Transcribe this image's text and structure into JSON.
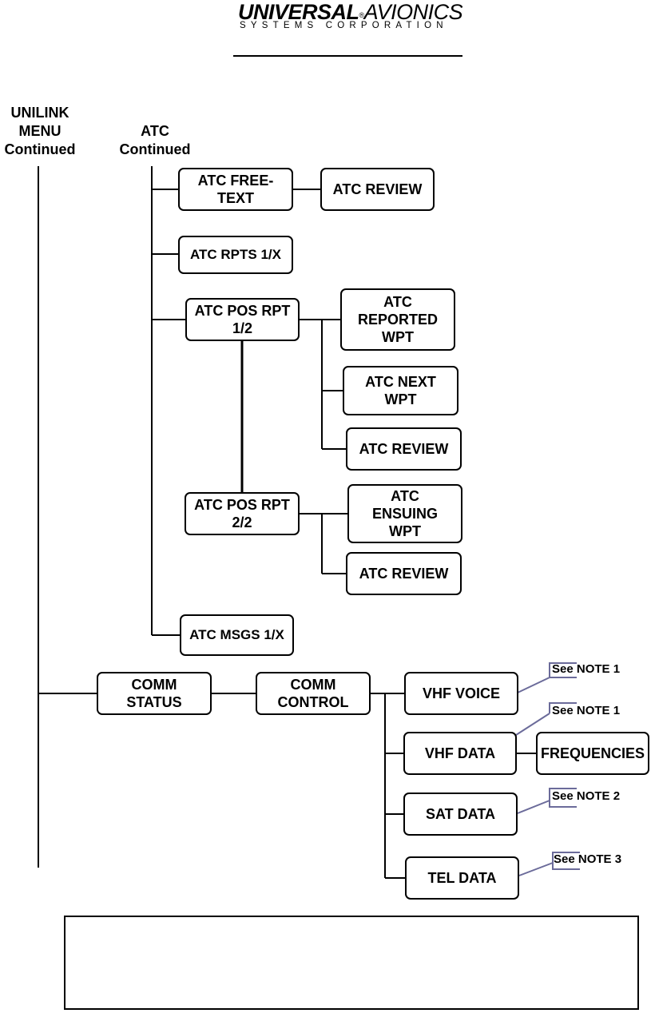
{
  "logo": {
    "brand_bold": "UNIVERSAL",
    "registered": "®",
    "brand_light": "AVIONICS",
    "subtitle": "SYSTEMS CORPORATION"
  },
  "columns": {
    "unilink": "UNILINK\nMENU\nContinued",
    "atc": "ATC\nContinued"
  },
  "nodes": {
    "atc_free_text": "ATC FREE-\nTEXT",
    "atc_review_1": "ATC REVIEW",
    "atc_rpts": "ATC RPTS 1/X",
    "atc_pos_rpt_1": "ATC POS RPT\n1/2",
    "atc_reported_wpt": "ATC\nREPORTED\nWPT",
    "atc_next_wpt": "ATC NEXT\nWPT",
    "atc_review_2": "ATC REVIEW",
    "atc_pos_rpt_2": "ATC POS RPT\n2/2",
    "atc_ensuing_wpt": "ATC\nENSUING\nWPT",
    "atc_review_3": "ATC REVIEW",
    "atc_msgs": "ATC MSGS 1/X",
    "comm_status": "COMM\nSTATUS",
    "comm_control": "COMM\nCONTROL",
    "vhf_voice": "VHF VOICE",
    "vhf_data": "VHF DATA",
    "frequencies": "FREQUENCIES",
    "sat_data": "SAT DATA",
    "tel_data": "TEL DATA"
  },
  "notes": {
    "vhf_voice": "See NOTE 1",
    "vhf_data": "See NOTE 1",
    "sat_data": "See NOTE 2",
    "tel_data": "See NOTE 3"
  },
  "colors": {
    "line": "#000000",
    "note_leader": "#6b6b9a"
  }
}
